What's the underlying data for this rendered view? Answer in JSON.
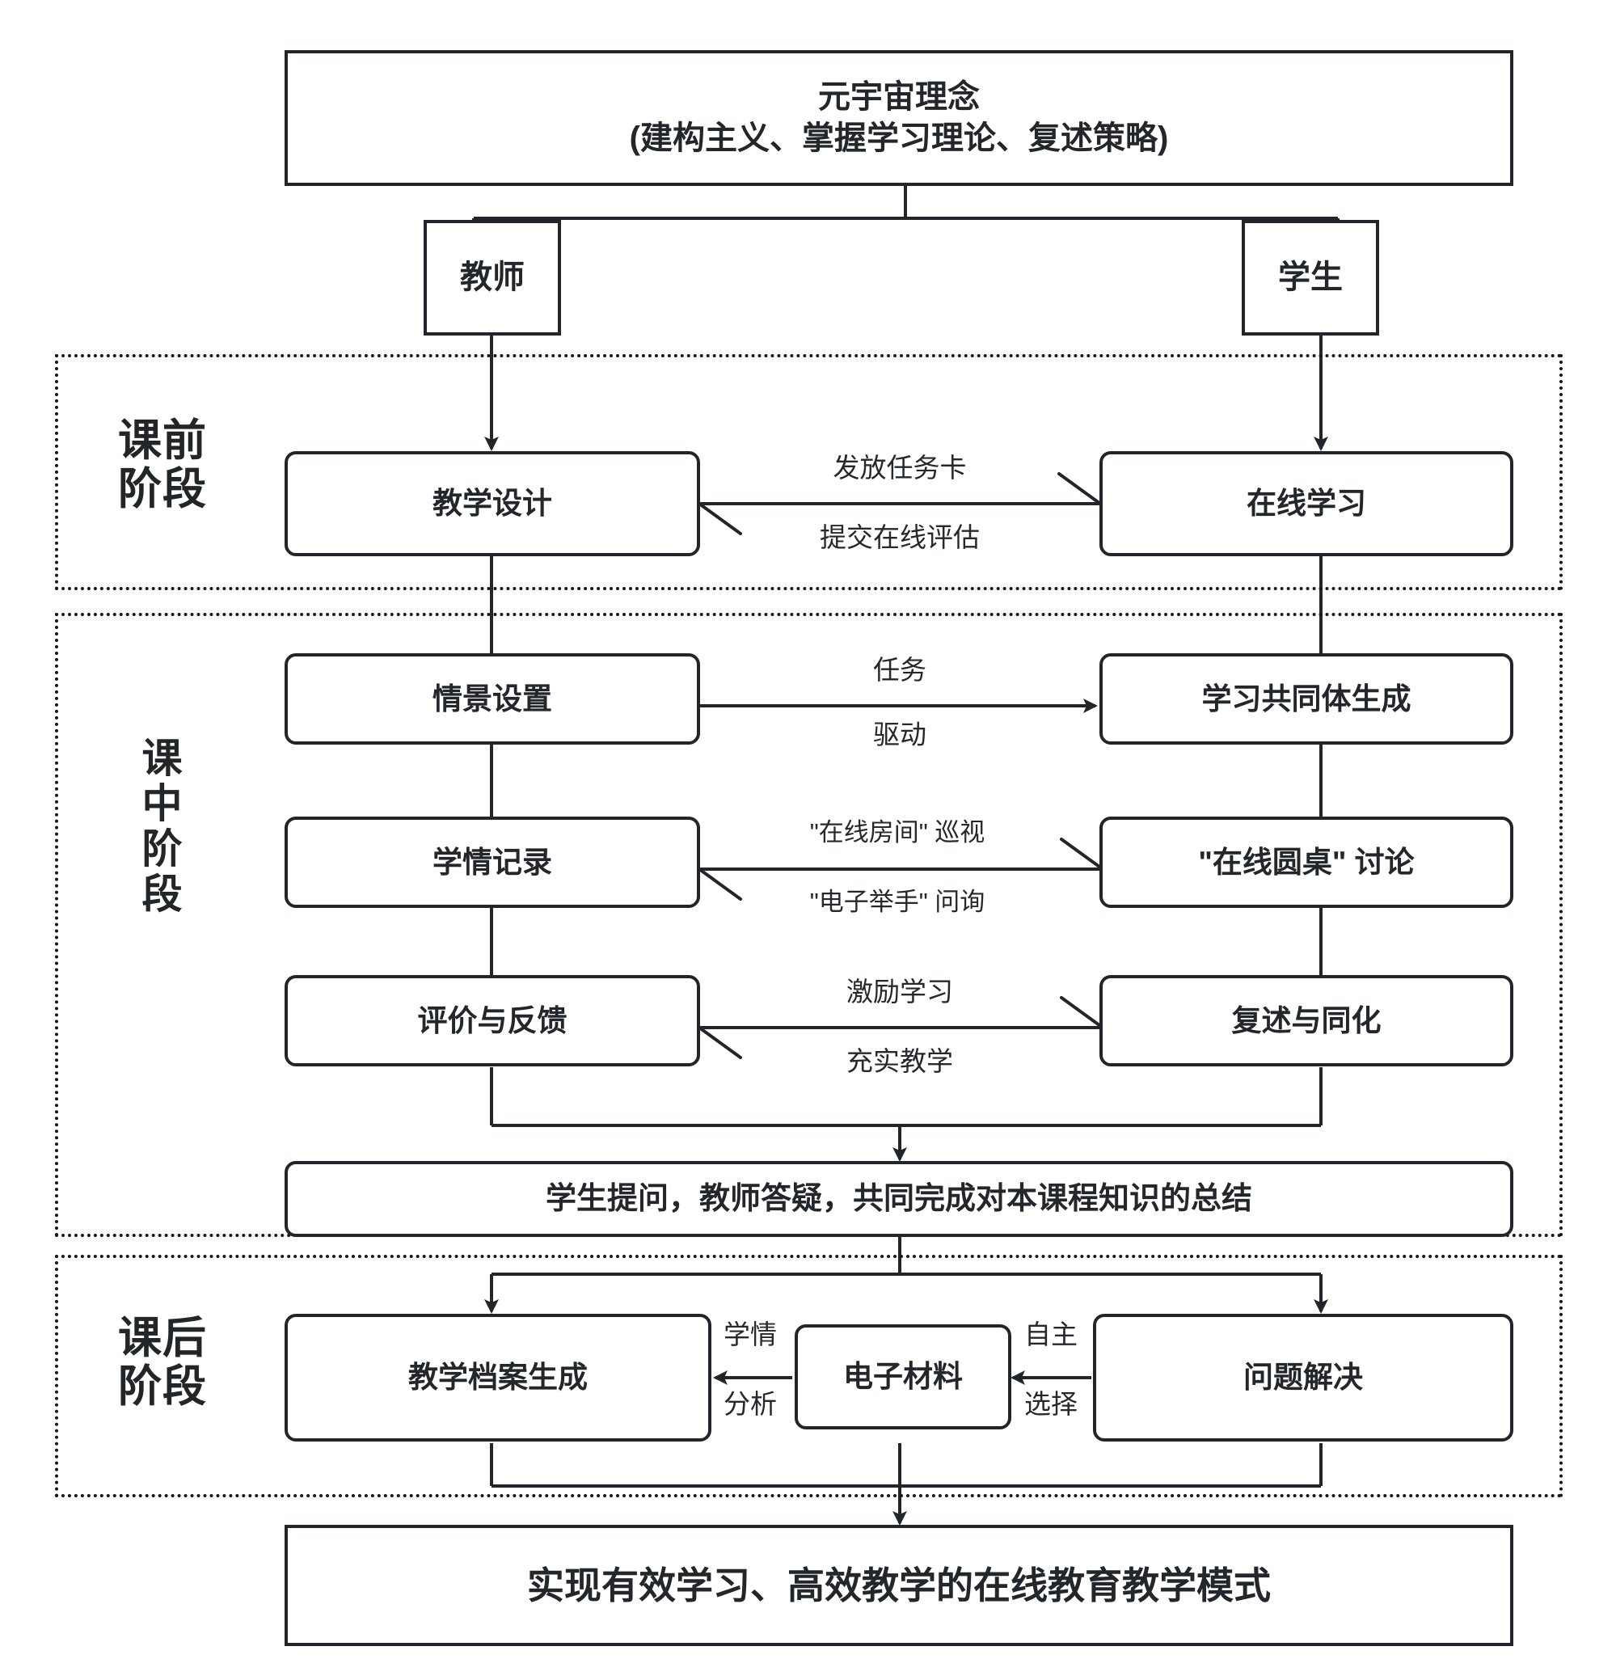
{
  "diagram": {
    "title_box": {
      "line1": "元宇宙理念",
      "line2": "(建构主义、掌握学习理论、复述策略)"
    },
    "actors": [
      {
        "id": "teacher",
        "label": "教师"
      },
      {
        "id": "student",
        "label": "学生"
      }
    ],
    "stages": [
      {
        "id": "pre-class",
        "title_line1": "课前",
        "title_line2": "阶段"
      },
      {
        "id": "in-class",
        "title_line1": "课",
        "title_line2": "中",
        "title_line3": "阶",
        "title_line4": "段"
      },
      {
        "id": "post-class",
        "title_line1": "课后",
        "title_line2": "阶段"
      }
    ],
    "nodes": {
      "teaching_design": "教学设计",
      "online_learning": "在线学习",
      "scene_setting": "情景设置",
      "community_generation": "学习共同体生成",
      "learning_record": "学情记录",
      "online_roundtable": "\"在线圆桌\" 讨论",
      "evaluation_feedback": "评价与反馈",
      "review_assimilation": "复述与同化",
      "summary": "学生提问，教师答疑，共同完成对本课程知识的总结",
      "teaching_archive": "教学档案生成",
      "electronic_material": "电子材料",
      "problem_solving": "问题解决",
      "final_outcome": "实现有效学习、高效教学的在线教育教学模式"
    },
    "edge_labels": {
      "issue_task_card": "发放任务卡",
      "submit_online_assessment": "提交在线评估",
      "task": "任务",
      "drive": "驱动",
      "online_room_patrol": "\"在线房间\" 巡视",
      "electronic_hand_raise_inquiry": "\"电子举手\" 问询",
      "motivate_learning": "激励学习",
      "enrich_teaching": "充实教学",
      "learning_status": "学情",
      "analysis": "分析",
      "autonomous": "自主",
      "selection": "选择"
    },
    "colors": {
      "stroke": "#22262b",
      "text": "#23272c",
      "background": "#ffffff"
    }
  }
}
